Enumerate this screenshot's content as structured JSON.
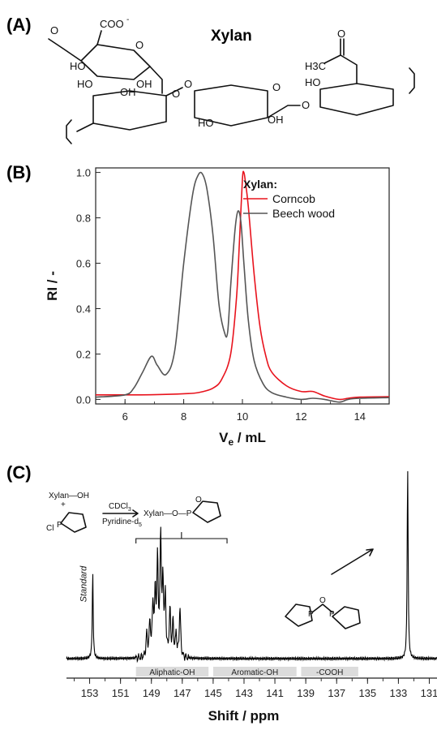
{
  "panels": {
    "a": {
      "label": "(A)",
      "title": "Xylan"
    },
    "b": {
      "label": "(B)"
    },
    "c": {
      "label": "(C)"
    }
  },
  "structure_a": {
    "groups": [
      "COO",
      "HO",
      "OH",
      "HO",
      "OH",
      "HO",
      "OH",
      "HO",
      "O",
      "H3C",
      "O",
      "O",
      "O",
      "O",
      "O",
      "O"
    ]
  },
  "chart_data": [
    {
      "type": "line",
      "xlabel": "Ve / mL",
      "xlabel_main": "V",
      "xlabel_sub": "e",
      "xlabel_rest": " / mL",
      "ylabel": "RI / -",
      "xlim": [
        5,
        15
      ],
      "ylim": [
        -0.02,
        1.02
      ],
      "x_ticks": [
        6,
        8,
        10,
        12,
        14
      ],
      "y_ticks": [
        "0.0",
        "0.2",
        "0.4",
        "0.6",
        "0.8",
        "1.0"
      ],
      "y_tick_values": [
        0,
        0.2,
        0.4,
        0.6,
        0.8,
        1.0
      ],
      "legend_title": "Xylan:",
      "legend_position": "top-right",
      "series": [
        {
          "name": "Corncob",
          "color": "#e8131d",
          "x": [
            5,
            6,
            7,
            8,
            8.5,
            9,
            9.3,
            9.6,
            9.8,
            9.9,
            10.0,
            10.05,
            10.1,
            10.2,
            10.4,
            10.6,
            10.8,
            11.0,
            11.5,
            12.0,
            12.4,
            12.8,
            13.3,
            13.6,
            14.0,
            15.0
          ],
          "y": [
            0.02,
            0.02,
            0.021,
            0.025,
            0.03,
            0.05,
            0.09,
            0.2,
            0.45,
            0.7,
            0.97,
            1.0,
            0.96,
            0.85,
            0.55,
            0.32,
            0.19,
            0.12,
            0.06,
            0.035,
            0.035,
            0.015,
            0.0,
            0.005,
            0.01,
            0.012
          ]
        },
        {
          "name": "Beech wood",
          "color": "#555555",
          "x": [
            5,
            6,
            6.3,
            6.6,
            6.9,
            7.1,
            7.4,
            7.7,
            8.0,
            8.3,
            8.5,
            8.65,
            8.8,
            9.0,
            9.2,
            9.4,
            9.5,
            9.6,
            9.75,
            9.85,
            9.95,
            10.05,
            10.2,
            10.4,
            10.7,
            11.0,
            11.5,
            12.0,
            12.4,
            12.8,
            13.3,
            13.6,
            14.0,
            15.0
          ],
          "y": [
            0.01,
            0.02,
            0.05,
            0.12,
            0.19,
            0.15,
            0.11,
            0.22,
            0.6,
            0.9,
            0.99,
            0.99,
            0.92,
            0.72,
            0.42,
            0.29,
            0.3,
            0.5,
            0.75,
            0.83,
            0.78,
            0.6,
            0.35,
            0.17,
            0.07,
            0.03,
            0.01,
            0.0,
            0.005,
            0.0,
            -0.012,
            0.0,
            0.005,
            0.008
          ]
        }
      ]
    },
    {
      "type": "line",
      "xlabel": "Shift / ppm",
      "xlim": [
        154.5,
        130.5
      ],
      "x_ticks": [
        153,
        151,
        149,
        147,
        145,
        143,
        141,
        139,
        137,
        135,
        133,
        131
      ],
      "series": [
        {
          "name": "",
          "color": "#000000",
          "peaks": [
            {
              "ppm": 152.8,
              "h": 0.45
            },
            {
              "ppm": 148.9,
              "h": 0.27
            },
            {
              "ppm": 148.75,
              "h": 0.32
            },
            {
              "ppm": 148.6,
              "h": 0.49
            },
            {
              "ppm": 148.4,
              "h": 0.62
            },
            {
              "ppm": 148.25,
              "h": 0.36
            },
            {
              "ppm": 148.1,
              "h": 0.3
            },
            {
              "ppm": 147.8,
              "h": 0.24
            },
            {
              "ppm": 147.6,
              "h": 0.18
            },
            {
              "ppm": 147.4,
              "h": 0.12
            },
            {
              "ppm": 147.15,
              "h": 0.26
            },
            {
              "ppm": 149.1,
              "h": 0.18
            },
            {
              "ppm": 149.3,
              "h": 0.12
            },
            {
              "ppm": 132.4,
              "h": 1.0
            }
          ]
        }
      ],
      "annotations": {
        "standard": "Standard",
        "regions": [
          {
            "label": "Aliphatic-OH",
            "from": 150.0,
            "to": 145.3
          },
          {
            "label": "Aromatic-OH",
            "from": 145.0,
            "to": 139.6
          },
          {
            "label": "-COOH",
            "from": 139.3,
            "to": 135.6
          }
        ],
        "bracket": {
          "from": 150.0,
          "to": 144.1
        }
      },
      "scheme": {
        "reactant1": "Xylan—OH",
        "plus": "+",
        "reagent_cl": "Cl",
        "reagent_p": "P",
        "arrow_top_main": "CDCl",
        "arrow_top_sub": "3",
        "arrow_bottom_main": "Pyridine-d",
        "arrow_bottom_sub": "5",
        "product": "Xylan—O—P",
        "o": "O",
        "byproduct_o": "O",
        "byproduct_p": "P"
      }
    }
  ]
}
